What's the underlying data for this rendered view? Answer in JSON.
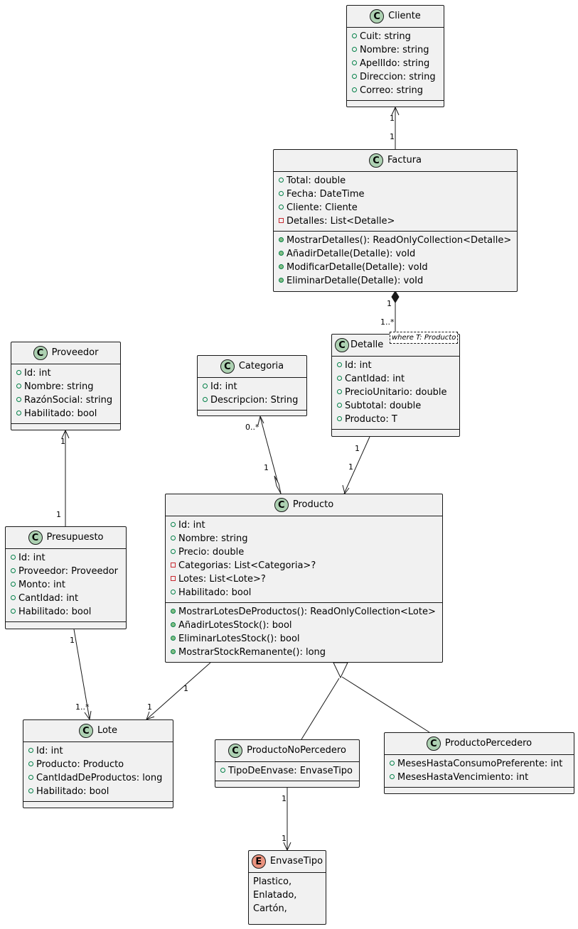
{
  "classes": {
    "cliente": {
      "name": "Cliente",
      "fields": [
        "Cuit: string",
        "Nombre: string",
        "ApellIdo: string",
        "Direccion: string",
        "Correo: string"
      ]
    },
    "factura": {
      "name": "Factura",
      "fields": [
        "Total: double",
        "Fecha: DateTime",
        "Cliente: Cliente",
        "Detalles: List<Detalle>"
      ],
      "methods": [
        "MostrarDetalles(): ReadOnlyCollection<Detalle>",
        "AñadirDetalle(Detalle): voId",
        "ModificarDetalle(Detalle): voId",
        "EliminarDetalle(Detalle): voId"
      ]
    },
    "proveedor": {
      "name": "Proveedor",
      "fields": [
        "Id: int",
        "Nombre: string",
        "RazónSocial: string",
        "Habilitado: bool"
      ]
    },
    "categoria": {
      "name": "Categoria",
      "fields": [
        "Id: int",
        "Descripcion: String"
      ]
    },
    "detalle": {
      "name": "Detalle",
      "generic": "where T: Producto",
      "fields": [
        "Id: int",
        "CantIdad: int",
        "PrecioUnitario: double",
        "Subtotal: double",
        "Producto: T"
      ]
    },
    "producto": {
      "name": "Producto",
      "fields": [
        "Id: int",
        "Nombre: string",
        "Precio: double",
        "Categorias: List<Categoria>?",
        "Lotes: List<Lote>?",
        "Habilitado: bool"
      ],
      "methods": [
        "MostrarLotesDeProductos(): ReadOnlyCollection<Lote>",
        "AñadirLotesStock(): bool",
        "EliminarLotesStock(): bool",
        "MostrarStockRemanente(): long"
      ]
    },
    "presupuesto": {
      "name": "Presupuesto",
      "fields": [
        "Id: int",
        "Proveedor: Proveedor",
        "Monto: int",
        "CantIdad: int",
        "Habilitado: bool"
      ]
    },
    "lote": {
      "name": "Lote",
      "fields": [
        "Id: int",
        "Producto: Producto",
        "CantIdadDeProductos: long",
        "Habilitado: bool"
      ]
    },
    "producto_no_perecedero": {
      "name": "ProductoNoPercedero",
      "fields": [
        "TipoDeEnvase: EnvaseTipo"
      ]
    },
    "producto_perecedero": {
      "name": "ProductoPercedero",
      "fields": [
        "MesesHastaConsumoPreferente: int",
        "MesesHastaVencimiento: int"
      ]
    },
    "envase_tipo": {
      "name": "EnvaseTipo",
      "values": [
        "Plastico,",
        "Enlatado,",
        "Cartón,"
      ]
    }
  },
  "badges": {
    "class": "C",
    "enum": "E"
  },
  "multiplicities": {
    "cliente_top": "1",
    "cliente_bottom": "1",
    "factura_detalle_top": "1",
    "factura_detalle_bottom": "1..*",
    "categoria_end": "0..*",
    "categoria_producto_end": "1",
    "detalle_end": "1",
    "detalle_producto_end": "1",
    "proveedor_end": "1",
    "presupuesto_proveedor_end": "1",
    "presupuesto_lote_start": "1",
    "presupuesto_lote_end": "1..*",
    "producto_lote_start": "1",
    "producto_lote_end": "1",
    "noperecedero_envase_start": "1",
    "noperecedero_envase_end": "1"
  },
  "colors": {
    "class_bg": "#f1f1f1",
    "class_badge": "#add1b2",
    "enum_badge": "#eb937f",
    "line": "#181818"
  }
}
